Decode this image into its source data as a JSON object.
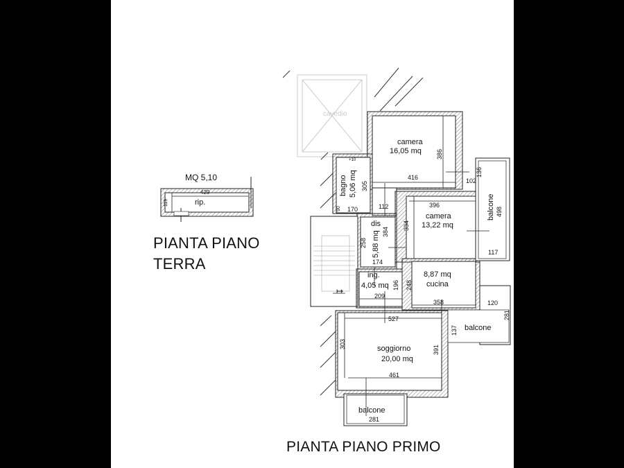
{
  "ground_floor": {
    "area_label": "MQ 5,10",
    "title_line1": "PIANTA PIANO",
    "title_line2": "TERRA",
    "room": {
      "name": "rip.",
      "dim_width": "429",
      "dim_height": "119"
    }
  },
  "first_floor": {
    "title": "PIANTA PIANO PRIMO",
    "courtyard": "cavedio",
    "rooms": {
      "camera1": {
        "name": "camera",
        "area": "16,05 mq",
        "dim_w": "416",
        "dim_h": "386"
      },
      "bagno": {
        "name": "bagno",
        "area": "5,06 mq",
        "dim_h": "305",
        "dim_w": "170",
        "dim_small": "90",
        "level": "+10"
      },
      "camera2": {
        "name": "camera",
        "area": "13,22 mq",
        "dim_w": "396",
        "dim_h": "334"
      },
      "dis": {
        "name": "dis",
        "area": "5,88 mq",
        "dim_h": "384",
        "dim_w": "174",
        "dim_side": "258",
        "dim_top": "112"
      },
      "ingresso": {
        "name": "ing.",
        "area": "4,05 mq",
        "dim_w": "209",
        "dim_h": "196"
      },
      "cucina": {
        "name": "cucina",
        "area": "8,87 mq",
        "dim_w": "358",
        "dim_h": "248"
      },
      "soggiorno": {
        "name": "soggiorno",
        "area": "20,00 mq",
        "dim_top": "527",
        "dim_bottom": "461",
        "dim_left": "303",
        "dim_right": "391"
      },
      "balcone_right_top": {
        "name": "balcone",
        "dim_h": "498",
        "dim_w": "117",
        "dim_top_w": "102",
        "dim_top_h": "136"
      },
      "balcone_right_bottom": {
        "name": "balcone",
        "dim_w": "120",
        "dim_h": "281",
        "dim_side": "137"
      },
      "balcone_bottom": {
        "name": "balcone",
        "dim_w": "281"
      }
    }
  }
}
